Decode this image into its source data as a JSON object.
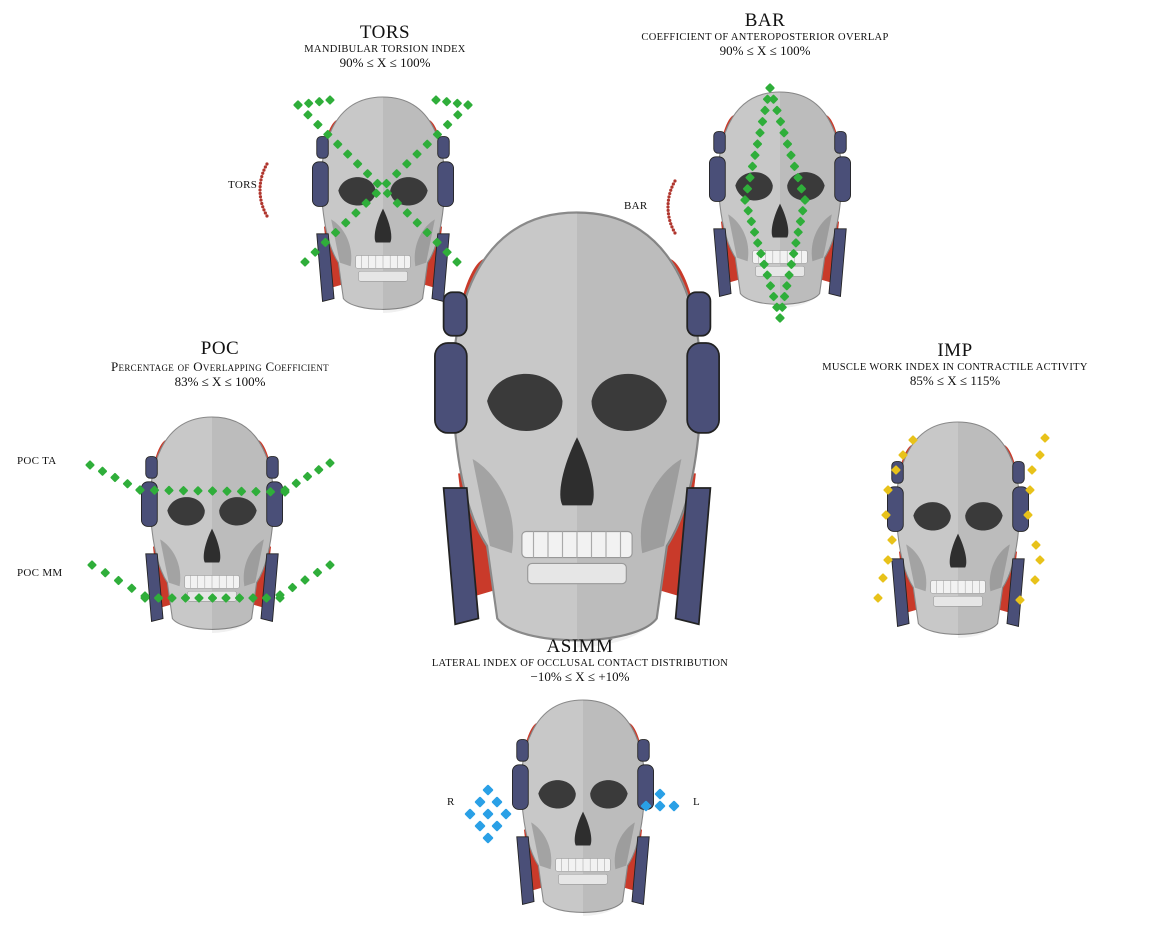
{
  "panels": {
    "tors": {
      "title": "TORS",
      "subtitle": "Mandibular torsion index",
      "range": "90% ≤ X ≤ 100%",
      "side_label": "TORS"
    },
    "bar": {
      "title": "BAR",
      "subtitle": "Coefficient of anteroposterior overlap",
      "range": "90% ≤ X ≤ 100%",
      "side_label": "BAR"
    },
    "poc": {
      "title": "POC",
      "subtitle": "Percentage of Overlapping Coefficient",
      "range": "83% ≤ X ≤ 100%",
      "label_ta": "POC TA",
      "label_mm": "POC MM"
    },
    "imp": {
      "title": "IMP",
      "subtitle": "Muscle work index in contractile activity",
      "range": "85% ≤ X ≤ 115%"
    },
    "asimm": {
      "title": "ASIMM",
      "subtitle": "Lateral index of occlusal contact distribution",
      "range": "−10% ≤ X ≤ +10%",
      "label_r": "R",
      "label_l": "L"
    }
  },
  "colors": {
    "bone": "#c8c8c8",
    "bone_dark": "#8a8a8a",
    "muscle_red": "#c93a2a",
    "muscle_blue": "#4a4f78",
    "marker_green": "#2fae3a",
    "marker_yellow": "#e8c21a",
    "marker_blue": "#2aa0e6",
    "arc_red": "#b0362e"
  },
  "icons": [
    "skull-illustration",
    "temporalis-muscle",
    "masseter-muscle",
    "electrode-marker"
  ]
}
